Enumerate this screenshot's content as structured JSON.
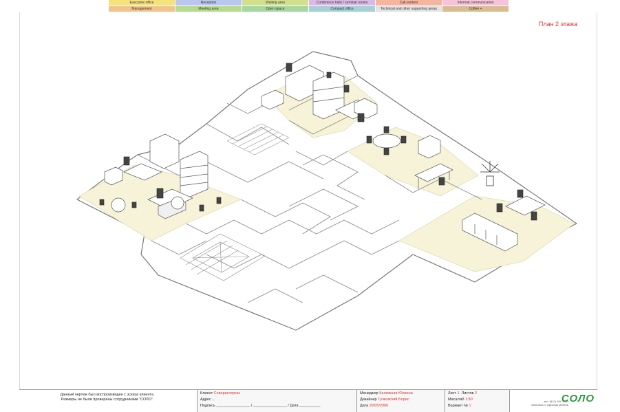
{
  "legend": {
    "row1": [
      {
        "label": "Executive office",
        "color": "#f5e27a"
      },
      {
        "label": "Reception",
        "color": "#b9c7ef"
      },
      {
        "label": "Waiting area",
        "color": "#d2e08e"
      },
      {
        "label": "Conference halls / seminar rooms",
        "color": "#d9b9e6"
      },
      {
        "label": "Call-centers",
        "color": "#f6b59f"
      },
      {
        "label": "Informal communication",
        "color": "#f7c3d7"
      }
    ],
    "row2": [
      {
        "label": "Management",
        "color": "#f2c48b"
      },
      {
        "label": "Meeting area",
        "color": "#b5dc8c"
      },
      {
        "label": "Open space",
        "color": "#a6d7a0"
      },
      {
        "label": "Compact office",
        "color": "#a6cfd6"
      },
      {
        "label": "Technical and other supporting areas",
        "color": "#e3e3e3"
      },
      {
        "label": "Coffee +",
        "color": "#d9bc92"
      }
    ]
  },
  "plan_title": "План 2 этажа",
  "note": {
    "line1": "Данный чертеж был воспроизведен с эскиза клиента.",
    "line2": "Размеры не были проверены сотрудниками \"СОЛО\"."
  },
  "titleblock": {
    "client_label": "Клиент",
    "client_value": "Северинтергаз",
    "address_label": "Адрес",
    "address_value": "...",
    "signature_label": "Подпись",
    "signature_blank": "________________ / ________________ /",
    "date_label_left": "Дата",
    "date_blank_left": "__________",
    "manager_label": "Менеджер",
    "manager_value": "Калюжная Юлиана",
    "designer_label": "Дизайнер",
    "designer_value": "Тучковский Борис",
    "date_label": "Дата",
    "date_value": "29/05/2006",
    "sheet_label": "Лист",
    "sheet_value": "1",
    "sheets_label": "Листов",
    "sheets_value": "2",
    "scale_label": "Масштаб",
    "scale_value": "1:80",
    "variant_label": "Вариант №",
    "variant_value": "1",
    "contact": "тел. (812) 294-3030",
    "site": "www.solo.ru  офисная мебель",
    "logo": "СОЛО"
  },
  "colors": {
    "accent": "#e03030",
    "zone": "#f7f3d8",
    "logo": "#2a9a3a"
  }
}
